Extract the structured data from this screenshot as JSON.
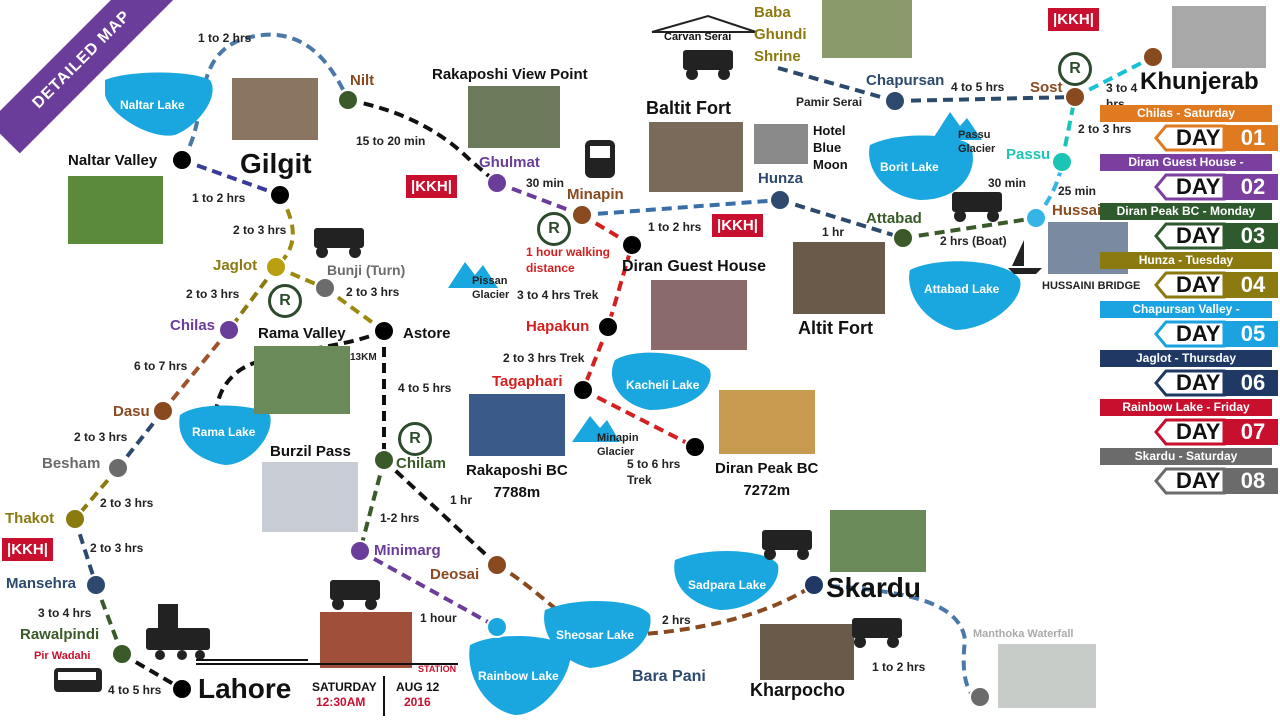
{
  "banner": "DETAILED MAP",
  "kkh_label": "|KKH|",
  "r_label": "R",
  "places": {
    "gilgit": "Gilgit",
    "naltar_valley": "Naltar Valley",
    "naltar_lake": "Naltar Lake",
    "nilt": "Nilt",
    "rakaposhi_view_point": "Rakaposhi View Point",
    "ghulmat": "Ghulmat",
    "minapin": "Minapin",
    "baltit_fort": "Baltit Fort",
    "hotel_blue_moon": "Hotel\nBlue\nMoon",
    "hunza": "Hunza",
    "carvan_serai": "Carvan Serai",
    "baba_ghundi": "Baba\nGhundi\nShrine",
    "chapursan": "Chapursan",
    "pamir_serai": "Pamir Serai",
    "sost": "Sost",
    "khunjerab": "Khunjerab",
    "passu": "Passu",
    "passu_glacier": "Passu\nGlacier",
    "borit_lake": "Borit Lake",
    "hussaini": "Hussaini",
    "hussaini_bridge": "HUSSAINI BRIDGE",
    "attabad": "Attabad",
    "attabad_lake": "Attabad Lake",
    "altit_fort": "Altit Fort",
    "diran_guest_house": "Diran Guest House",
    "hapakun": "Hapakun",
    "tagaphari": "Tagaphari",
    "kacheli_lake": "Kacheli Lake",
    "rakaposhi_bc": "Rakaposhi BC\n7788m",
    "diran_peak_bc": "Diran Peak BC\n7272m",
    "pissan_glacier": "Pissan\nGlacier",
    "minapin_glacier": "Minapin\nGlacier",
    "jaglot": "Jaglot",
    "bunji": "Bunji (Turn)",
    "astore": "Astore",
    "rama_valley": "Rama Valley",
    "rama_lake": "Rama Lake",
    "burzil_pass": "Burzil Pass",
    "chilam": "Chilam",
    "chilas": "Chilas",
    "dasu": "Dasu",
    "besham": "Besham",
    "thakot": "Thakot",
    "mansehra": "Mansehra",
    "rawalpindi": "Rawalpindi",
    "pir_wadahi": "Pir Wadahi",
    "lahore": "Lahore",
    "minimarg": "Minimarg",
    "deosai": "Deosai",
    "rainbow_lake": "Rainbow Lake",
    "sheosar_lake": "Sheosar Lake",
    "bara_pani": "Bara Pani",
    "sadpara_lake": "Sadpara Lake",
    "skardu": "Skardu",
    "kharpocho": "Kharpocho",
    "manthoka": "Manthoka Waterfall",
    "station": "STATION",
    "13km": "13KM"
  },
  "times": {
    "naltar_nilt": "1 to 2 hrs",
    "nilt_ghulmat": "15 to 20 min",
    "naltar_gilgit": "1 to 2 hrs",
    "gilgit_jaglot": "2 to 3 hrs",
    "ghulmat_minapin": "30 min",
    "minapin_diran": "1 to 2 hrs",
    "walking": "1 hour walking\ndistance",
    "diran_hapakun": "3 to 4 hrs Trek",
    "hapakun_tagaphari": "2 to 3 hrs Trek",
    "tagaphari_diranbc": "5 to 6 hrs\nTrek",
    "hunza_attabad": "1 hr",
    "attabad_hussaini": "2 hrs (Boat)",
    "borit_30": "30 min",
    "hussaini_passu": "25 min",
    "passu_sost": "2 to 3 hrs",
    "sost_khunjerab": "3 to 4\nhrs",
    "chapursan_sost": "4 to 5 hrs",
    "jaglot_chilas": "2 to 3 hrs",
    "bunji_astore": "2 to 3 hrs",
    "chilas_dasu": "6 to 7 hrs",
    "astore_chilam": "4 to 5 hrs",
    "dasu_besham": "2 to 3 hrs",
    "besham_thakot": "2 to 3 hrs",
    "thakot_mansehra": "2 to 3 hrs",
    "mansehra_rwp": "3 to 4 hrs",
    "rwp_lahore": "4 to 5 hrs",
    "chilam_minimarg": "1-2 hrs",
    "chilam_deosai": "1 hr",
    "minimarg_rainbow": "1 hour",
    "sheosar_skardu": "2 hrs",
    "skardu_manthoka": "1 to 2 hrs"
  },
  "departure": {
    "day": "SATURDAY",
    "time": "12:30AM",
    "date": "AUG 12",
    "year": "2016"
  },
  "itinerary": [
    {
      "title": "Chilas - Saturday",
      "word": "DAY",
      "num": "01",
      "color": "#e07a20"
    },
    {
      "title": "Diran Guest House - Sunday",
      "word": "DAY",
      "num": "02",
      "color": "#7b3fa0"
    },
    {
      "title": "Diran Peak BC - Monday",
      "word": "DAY",
      "num": "03",
      "color": "#2e5a2e"
    },
    {
      "title": "Hunza - Tuesday",
      "word": "DAY",
      "num": "04",
      "color": "#8a7a10"
    },
    {
      "title": "Chapursan Valley - Wednesday",
      "word": "DAY",
      "num": "05",
      "color": "#1aa3e0"
    },
    {
      "title": "Jaglot - Thursday",
      "word": "DAY",
      "num": "06",
      "color": "#1f3864"
    },
    {
      "title": "Rainbow Lake - Friday",
      "word": "DAY",
      "num": "07",
      "color": "#c8102e"
    },
    {
      "title": "Skardu - Saturday",
      "word": "DAY",
      "num": "08",
      "color": "#6b6b6b"
    }
  ]
}
